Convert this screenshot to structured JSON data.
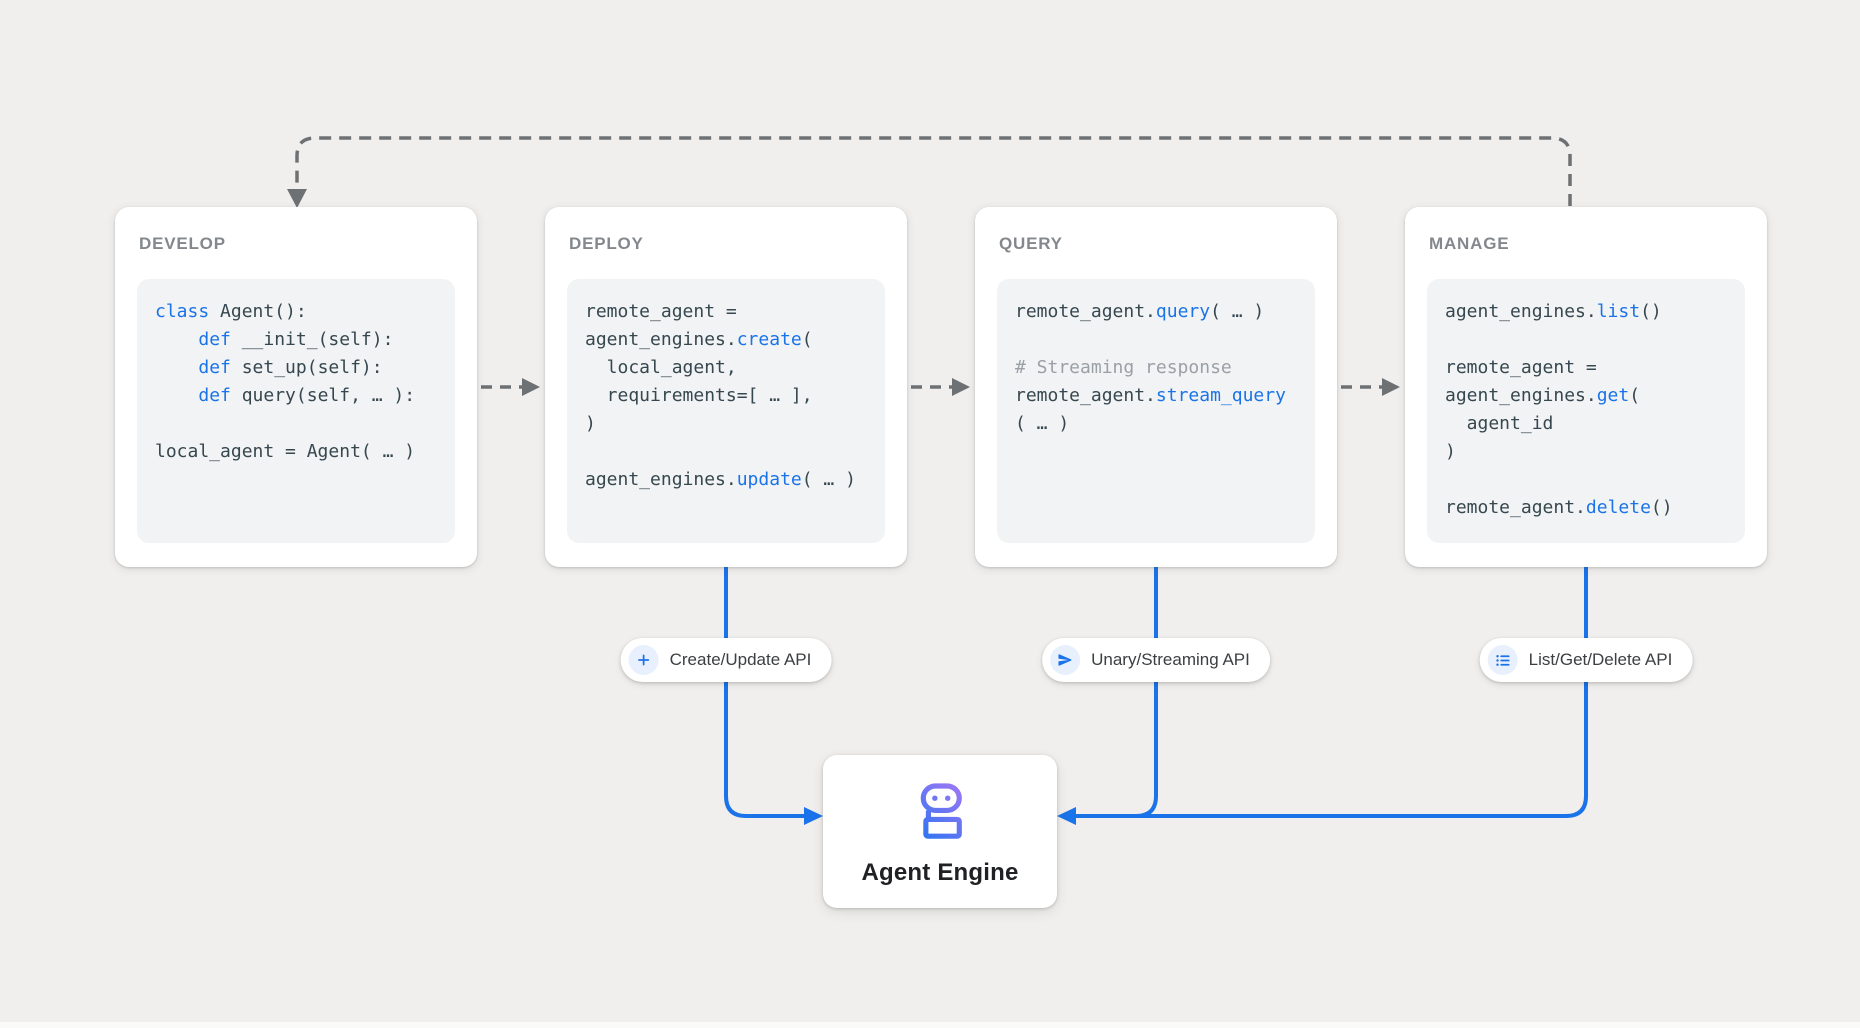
{
  "colors": {
    "background": "#f1efed",
    "accent_blue": "#1a73e8",
    "code_text": "#37474f",
    "comment_gray": "#9aa0a6",
    "dashed_gray": "#6e7174",
    "robot_gradient_blue": "#2374f0",
    "robot_gradient_purple": "#a678f5"
  },
  "cards": [
    {
      "title": "DEVELOP",
      "code": [
        [
          {
            "t": "class",
            "s": "k"
          },
          {
            "t": " Agent():",
            "s": "p"
          }
        ],
        [
          {
            "t": "    ",
            "s": "p"
          },
          {
            "t": "def",
            "s": "k"
          },
          {
            "t": " __init_(self):",
            "s": "p"
          }
        ],
        [
          {
            "t": "    ",
            "s": "p"
          },
          {
            "t": "def",
            "s": "k"
          },
          {
            "t": " set_up(self):",
            "s": "p"
          }
        ],
        [
          {
            "t": "    ",
            "s": "p"
          },
          {
            "t": "def",
            "s": "k"
          },
          {
            "t": " query(self, … ):",
            "s": "p"
          }
        ],
        [],
        [
          {
            "t": "local_agent = Agent( … )",
            "s": "p"
          }
        ]
      ]
    },
    {
      "title": "DEPLOY",
      "code": [
        [
          {
            "t": "remote_agent =",
            "s": "p"
          }
        ],
        [
          {
            "t": "agent_engines.",
            "s": "p"
          },
          {
            "t": "create",
            "s": "k"
          },
          {
            "t": "(",
            "s": "p"
          }
        ],
        [
          {
            "t": "  local_agent,",
            "s": "p"
          }
        ],
        [
          {
            "t": "  requirements=[ … ],",
            "s": "p"
          }
        ],
        [
          {
            "t": ")",
            "s": "p"
          }
        ],
        [],
        [
          {
            "t": "agent_engines.",
            "s": "p"
          },
          {
            "t": "update",
            "s": "k"
          },
          {
            "t": "( … )",
            "s": "p"
          }
        ]
      ]
    },
    {
      "title": "QUERY",
      "code": [
        [
          {
            "t": "remote_agent.",
            "s": "p"
          },
          {
            "t": "query",
            "s": "k"
          },
          {
            "t": "( … )",
            "s": "p"
          }
        ],
        [],
        [
          {
            "t": "# Streaming response",
            "s": "c"
          }
        ],
        [
          {
            "t": "remote_agent.",
            "s": "p"
          },
          {
            "t": "stream_query",
            "s": "k"
          }
        ],
        [
          {
            "t": "( … )",
            "s": "p"
          }
        ]
      ]
    },
    {
      "title": "MANAGE",
      "code": [
        [
          {
            "t": "agent_engines.",
            "s": "p"
          },
          {
            "t": "list",
            "s": "k"
          },
          {
            "t": "()",
            "s": "p"
          }
        ],
        [],
        [
          {
            "t": "remote_agent =",
            "s": "p"
          }
        ],
        [
          {
            "t": "agent_engines.",
            "s": "p"
          },
          {
            "t": "get",
            "s": "k"
          },
          {
            "t": "(",
            "s": "p"
          }
        ],
        [
          {
            "t": "  agent_id",
            "s": "p"
          }
        ],
        [
          {
            "t": ")",
            "s": "p"
          }
        ],
        [],
        [
          {
            "t": "remote_agent.",
            "s": "p"
          },
          {
            "t": "delete",
            "s": "k"
          },
          {
            "t": "()",
            "s": "p"
          }
        ]
      ]
    }
  ],
  "pills": [
    {
      "icon": "plus-icon",
      "label": "Create/Update API"
    },
    {
      "icon": "send-icon",
      "label": "Unary/Streaming API"
    },
    {
      "icon": "list-icon",
      "label": "List/Get/Delete API"
    }
  ],
  "engine": {
    "icon": "robot-icon",
    "label": "Agent Engine"
  }
}
